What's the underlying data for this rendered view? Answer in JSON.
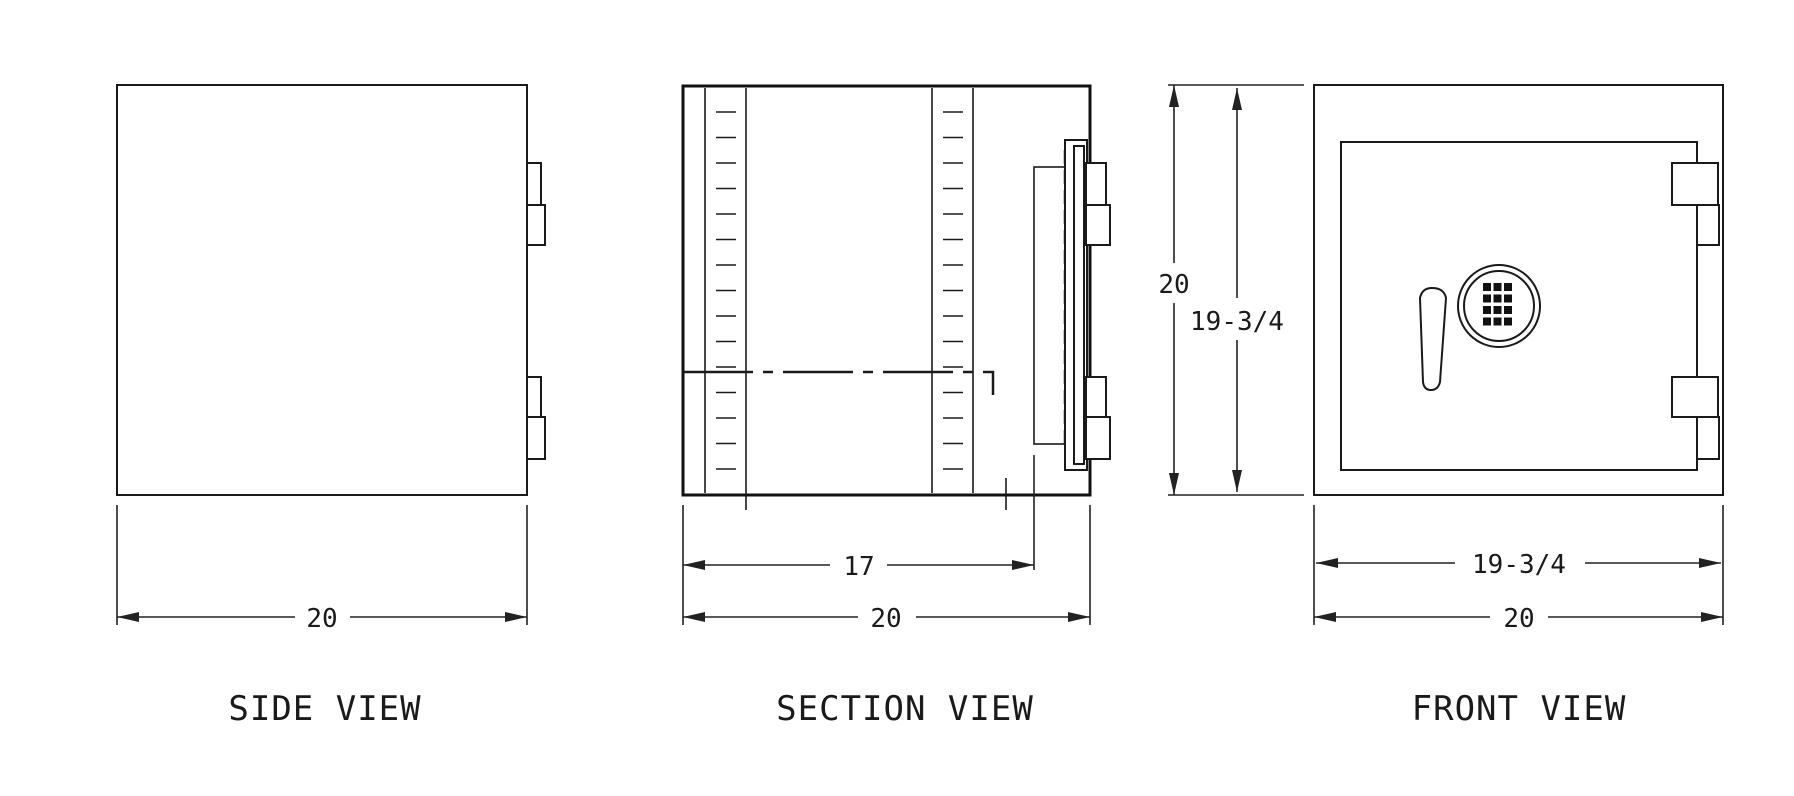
{
  "views": {
    "side": {
      "caption": "SIDE VIEW",
      "width_dim": "20"
    },
    "section": {
      "caption": "SECTION VIEW",
      "depth_dim": "17",
      "width_dim": "20"
    },
    "front": {
      "caption": "FRONT VIEW",
      "height_outer_dim": "20",
      "height_inner_dim": "19-3/4",
      "width_inner_dim": "19-3/4",
      "width_outer_dim": "20"
    }
  },
  "colors": {
    "line": "#1a1a1a",
    "background": "#ffffff"
  },
  "icons": {
    "handle": "handle-icon",
    "keypad": "keypad-icon",
    "hinge": "hinge-icon"
  }
}
